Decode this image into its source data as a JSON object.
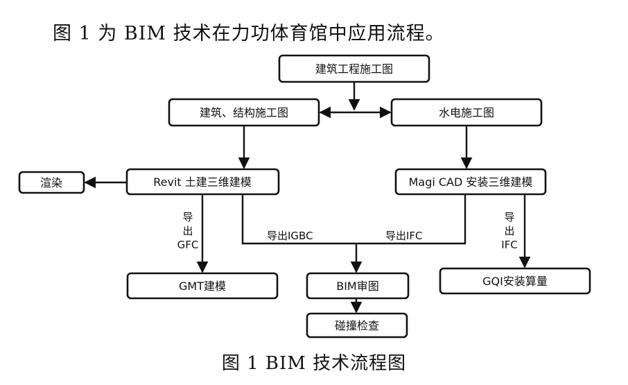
{
  "intro_text": "图 1 为 BIM 技术在力功体育馆中应用流程。",
  "caption": "图 1 BIM 技术流程图",
  "nodes": {
    "arch_drawings": "建筑工程施工图",
    "arch_struct_drawings": "建筑、结构施工图",
    "mep_drawings": "水电施工图",
    "render": "渲染",
    "revit": "Revit 土建三维建模",
    "magicad": "Magi CAD  安装三维建模",
    "gmt": "GMT建模",
    "bim_review": "BIM审图",
    "gqi": "GQI安装算量",
    "clash": "碰撞检查"
  },
  "edge_labels": {
    "export_gfc": [
      "导",
      "出",
      "GFC"
    ],
    "export_igbc": "导出IGBC",
    "export_ifc_mid": "导出IFC",
    "export_ifc_right": [
      "导",
      "出",
      "IFC"
    ]
  }
}
